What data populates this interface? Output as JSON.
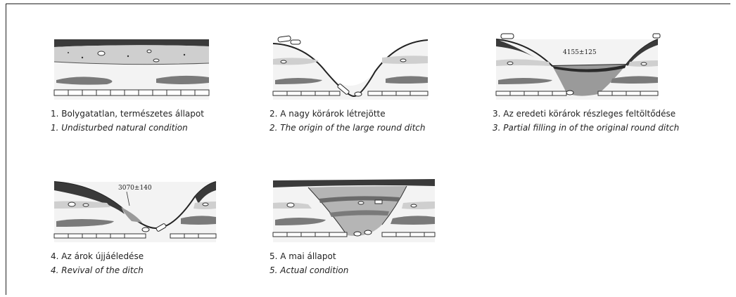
{
  "panels": [
    {
      "hu": "1. Bolygatatlan, természetes állapot",
      "en": "1. Undisturbed natural condition"
    },
    {
      "hu": "2. A nagy körárok létrejötte",
      "en": "2. The origin of the large round ditch"
    },
    {
      "hu": "3. Az eredeti körárok részleges feltöltődése",
      "en": "3. Partial filling in of the original round ditch",
      "date": "4155±125"
    },
    {
      "hu": "4. Az árok újjáéledése",
      "en": "4. Revival of the ditch",
      "date": "3070±140"
    },
    {
      "hu": "5. A mai állapot",
      "en": "5. Actual condition"
    }
  ]
}
